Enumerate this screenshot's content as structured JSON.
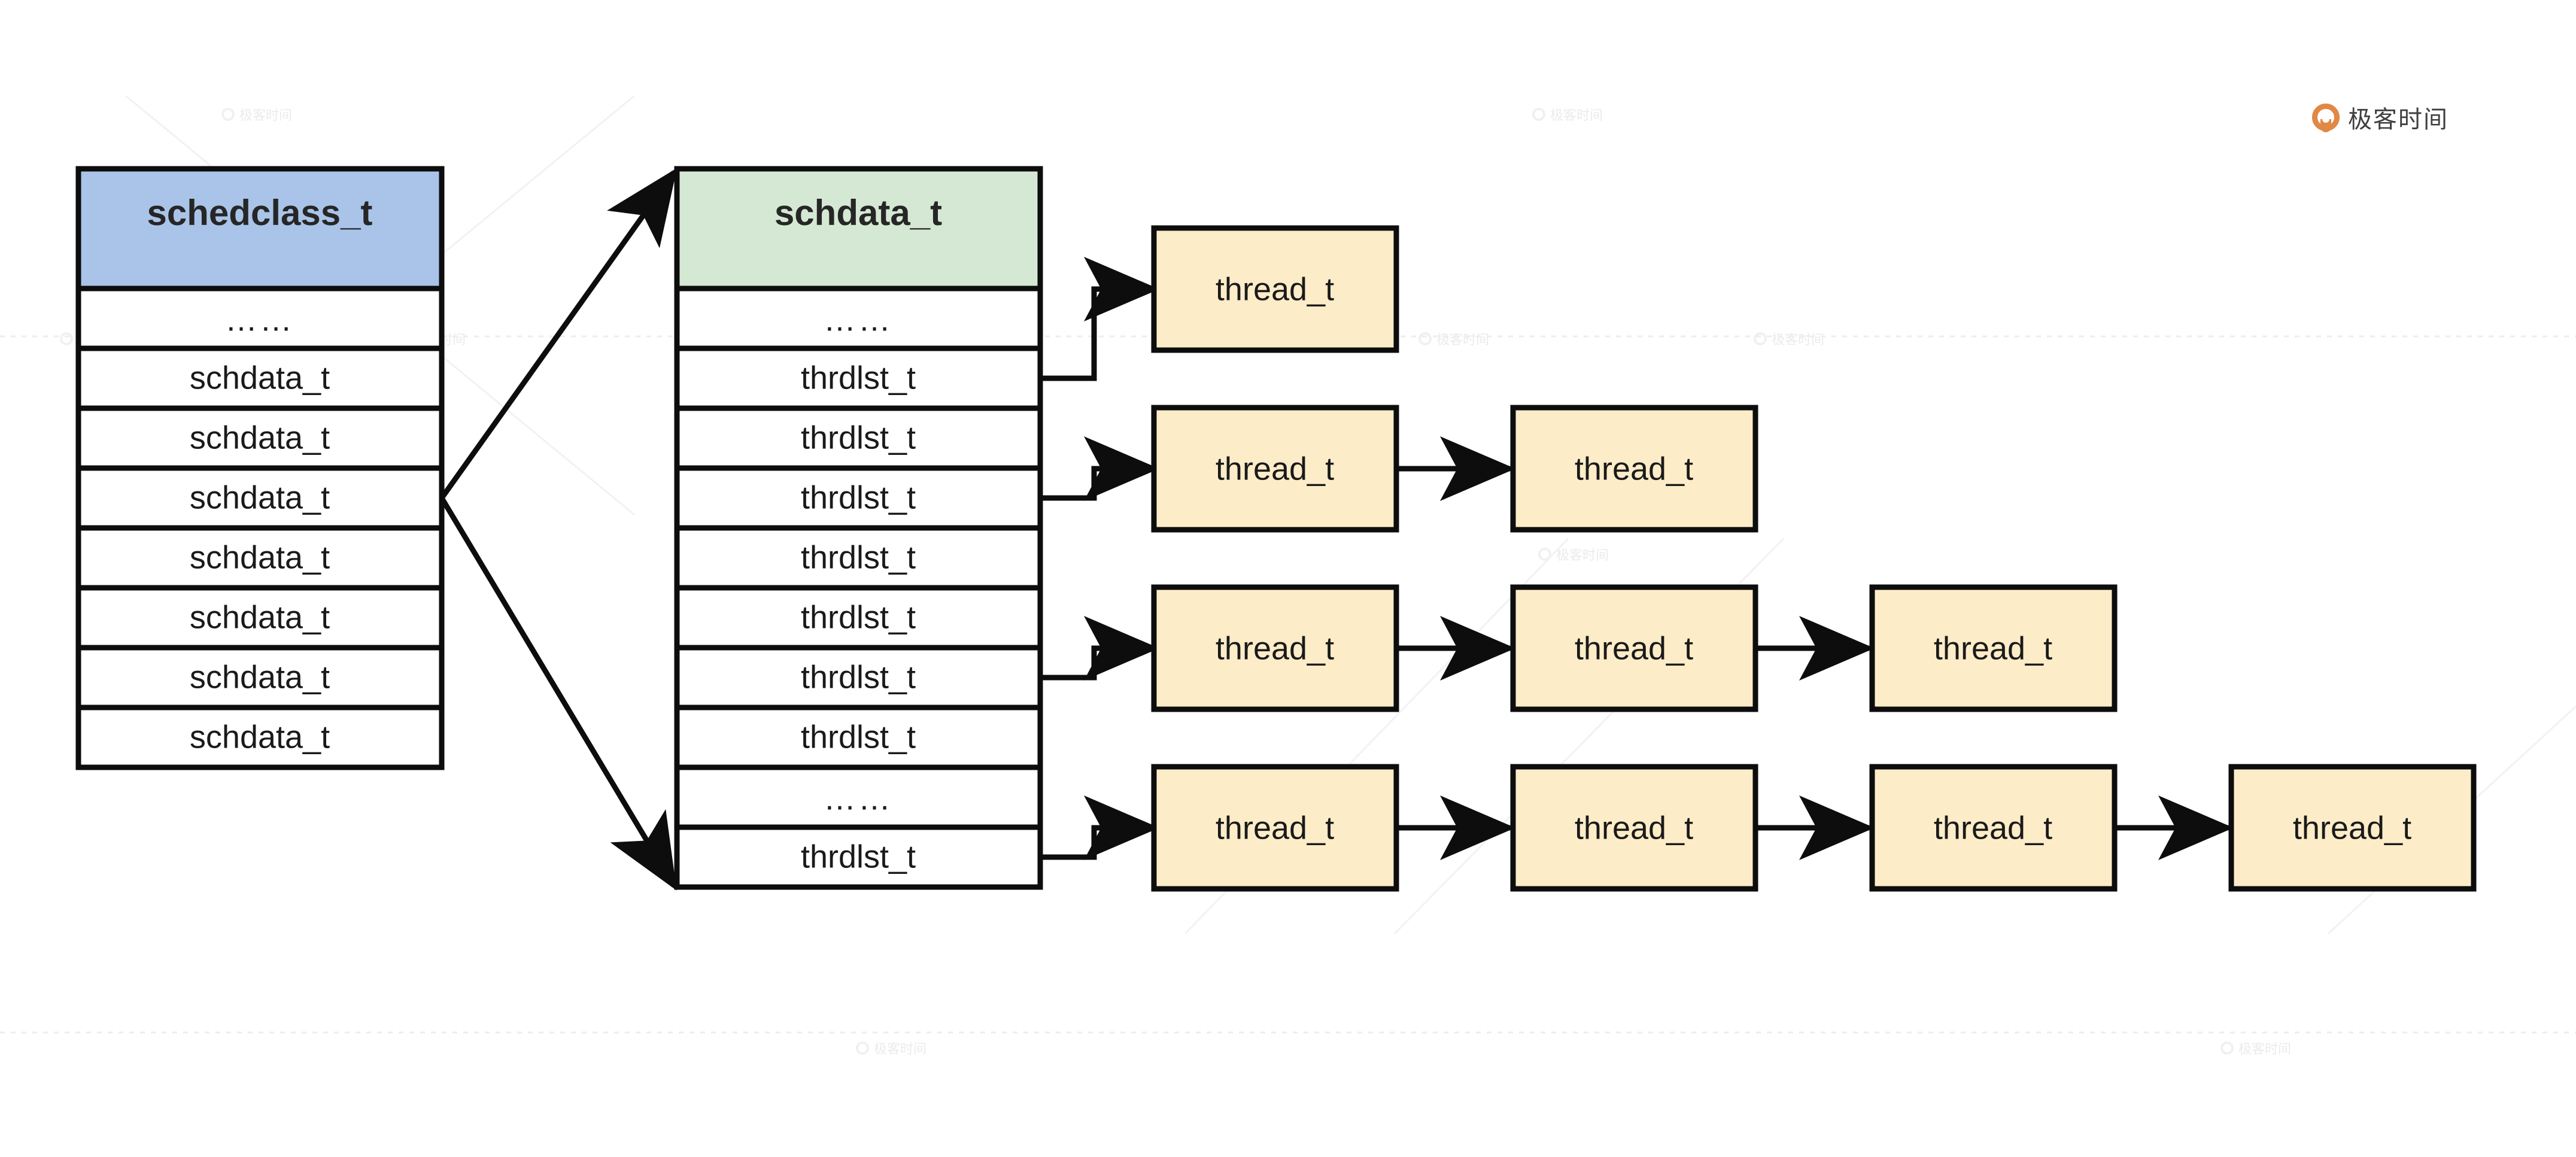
{
  "brand": {
    "name": "极客时间",
    "color": "#e08844"
  },
  "watermark": {
    "text": "极客时间"
  },
  "colors": {
    "schedclass_header": "#a9c4e8",
    "schdata_header": "#d5e8d4",
    "thread_fill": "#fdecc8",
    "stroke": "#0d0d0d",
    "text": "#1a1a1a"
  },
  "diagram": {
    "type": "struct-pointer-diagram",
    "schedclass": {
      "title": "schedclass_t",
      "rows": [
        "……",
        "schdata_t",
        "schdata_t",
        "schdata_t",
        "schdata_t",
        "schdata_t",
        "schdata_t",
        "schdata_t"
      ]
    },
    "schdata": {
      "title": "schdata_t",
      "rows": [
        "……",
        "thrdlst_t",
        "thrdlst_t",
        "thrdlst_t",
        "thrdlst_t",
        "thrdlst_t",
        "thrdlst_t",
        "thrdlst_t",
        "……",
        "thrdlst_t"
      ]
    },
    "thread_label": "thread_t",
    "thread_chains": [
      {
        "source_row": "thrdlst_t",
        "nodes": [
          "thread_t"
        ]
      },
      {
        "source_row": "thrdlst_t",
        "nodes": [
          "thread_t",
          "thread_t"
        ]
      },
      {
        "source_row": "thrdlst_t",
        "nodes": [
          "thread_t",
          "thread_t",
          "thread_t"
        ]
      },
      {
        "source_row": "thrdlst_t",
        "nodes": [
          "thread_t",
          "thread_t",
          "thread_t",
          "thread_t"
        ]
      }
    ]
  }
}
